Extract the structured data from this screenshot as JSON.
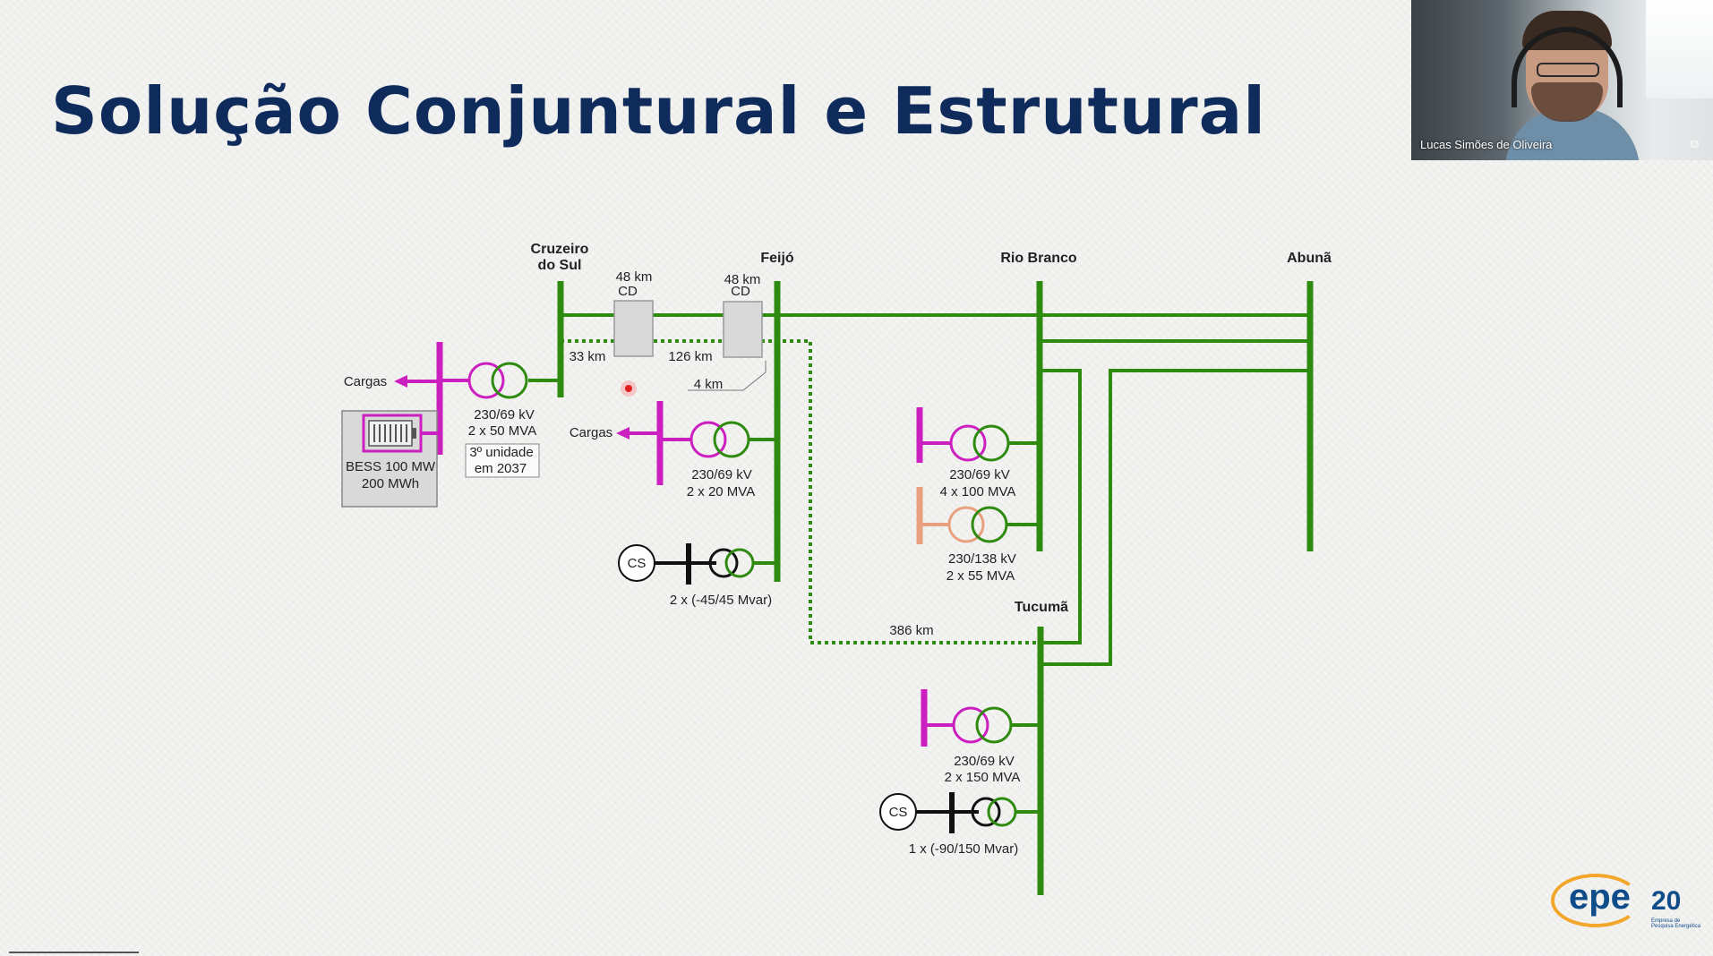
{
  "title": "Solução Conjuntural e Estrutural",
  "webcam": {
    "participant_name": "Lucas Simões de Oliveira",
    "icon": "camera-icon"
  },
  "logo": {
    "text": "epe",
    "number": "20",
    "subtitle": "Empresa de Pesquisa Energética"
  },
  "colors": {
    "title": "#0f2b5b",
    "bus": "#2e8b10",
    "load": "#cc1fbf",
    "transformer_138": "#e8a07e"
  },
  "diagram": {
    "buses": {
      "cruzeiro": "Cruzeiro\ndo Sul",
      "feijo": "Feijó",
      "rio_branco": "Rio Branco",
      "abuna": "Abunã",
      "tucuma": "Tucumã"
    },
    "lines": {
      "cd1_km": "48 km",
      "cd1": "CD",
      "cd2_km": "48 km",
      "cd2": "CD",
      "l33": "33 km",
      "l126": "126 km",
      "l4": "4 km",
      "l386": "386 km"
    },
    "cruzeiro": {
      "load": "Cargas",
      "tr_kv": "230/69 kV",
      "tr_mva": "2 x 50 MVA",
      "note1": "3º unidade",
      "note2": "em 2037",
      "bess1": "BESS 100 MW",
      "bess2": "200 MWh"
    },
    "feijo": {
      "load": "Cargas",
      "tr_kv": "230/69 kV",
      "tr_mva": "2 x 20 MVA",
      "cs": "CS",
      "cs_rating": "2 x (-45/45 Mvar)"
    },
    "rio_branco": {
      "tr1_kv": "230/69 kV",
      "tr1_mva": "4 x 100 MVA",
      "tr2_kv": "230/138 kV",
      "tr2_mva": "2 x 55 MVA"
    },
    "tucuma": {
      "tr_kv": "230/69 kV",
      "tr_mva": "2 x 150 MVA",
      "cs": "CS",
      "cs_rating": "1 x (-90/150 Mvar)"
    }
  }
}
